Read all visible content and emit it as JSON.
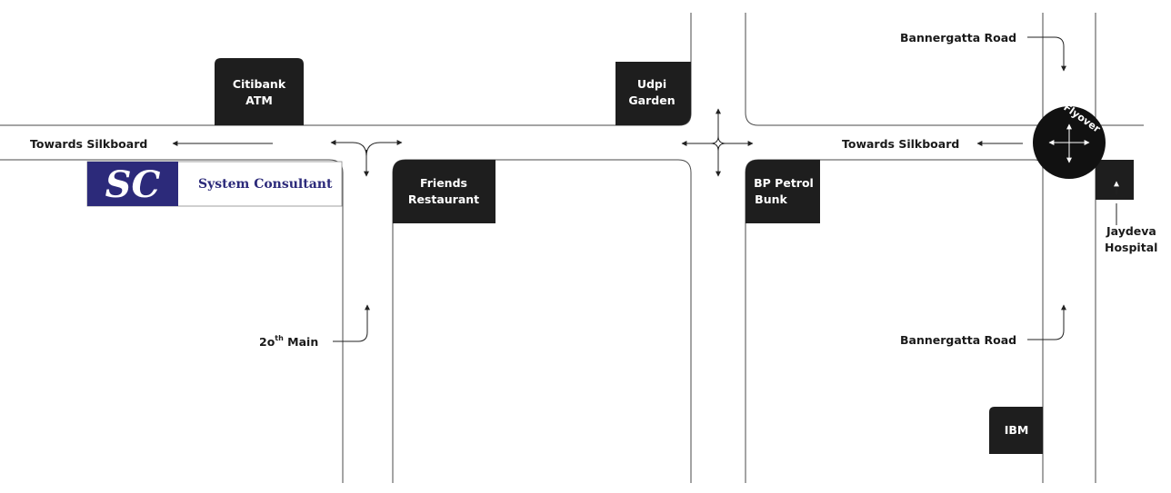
{
  "landmarks": {
    "citibank": [
      "Citibank",
      "ATM"
    ],
    "udpi": [
      "Udpi",
      "Garden"
    ],
    "friends": [
      "Friends",
      "Restaurant"
    ],
    "bp": [
      "BP Petrol",
      "Bunk"
    ],
    "ibm": "IBM"
  },
  "labels": {
    "towards_silkboard_left": "Towards Silkboard",
    "towards_silkboard_right": "Towards Silkboard",
    "bannergatta_top": "Bannergatta Road",
    "bannergatta_bottom": "Bannergatta Road",
    "main_road": "2o",
    "main_road_sup": "th",
    "main_road_suffix": " Main",
    "jaydeva": [
      "Jaydeva",
      "Hospital"
    ],
    "flyover": "Flyover"
  },
  "logo": {
    "mark": "SC",
    "name": "System Consultant",
    "color": "#2c2a7a"
  },
  "colors": {
    "road": "#4a4a4a",
    "block": "#1e1e1e"
  }
}
